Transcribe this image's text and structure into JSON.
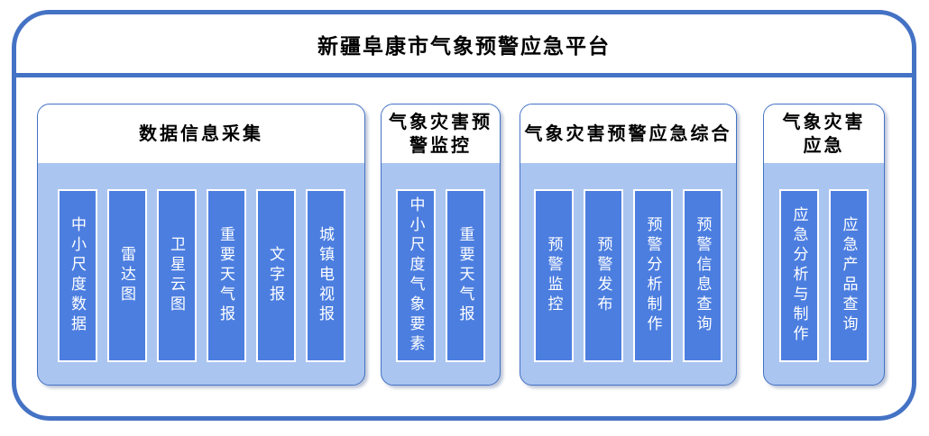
{
  "title": "新疆阜康市气象预警应急平台",
  "colors": {
    "frame-border": "#4472C4",
    "section-border": "#4472C4",
    "panel-fill": "#AAC5F0",
    "bar-fill": "#4C7EE0",
    "bar-border": "#FFFFFF",
    "bar-text": "#FFFFFF",
    "header-text": "#000000",
    "background": "#FFFFFF"
  },
  "sections": [
    {
      "header": "数据信息采集",
      "items": [
        "中小尺度数据",
        "雷达图",
        "卫星云图",
        "重要天气报",
        "文字报",
        "城镇电视报"
      ]
    },
    {
      "header": "气象灾害预\n警监控",
      "items": [
        "中小尺度气象要素",
        "重要天气报"
      ]
    },
    {
      "header": "气象灾害预警应急综合",
      "items": [
        "预警监控",
        "预警发布",
        "预警分析制作",
        "预警信息查询"
      ]
    },
    {
      "header": "气象灾害\n应急",
      "items": [
        "应急分析与制作",
        "应急产品查询"
      ]
    }
  ]
}
